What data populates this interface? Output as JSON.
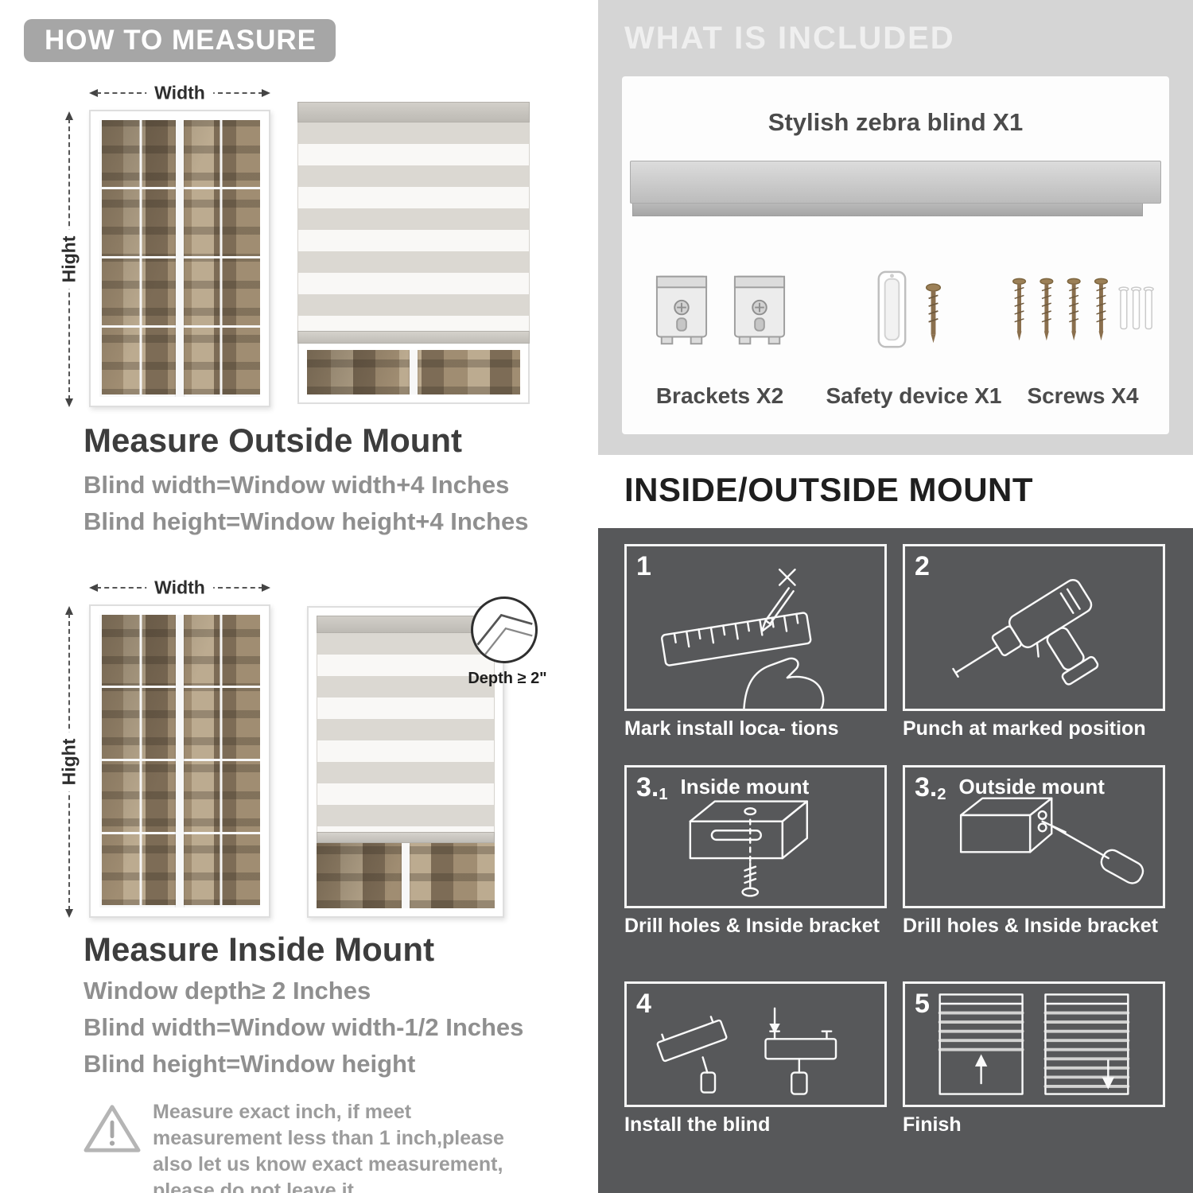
{
  "colors": {
    "badge_gray": "#a6a6a6",
    "panel_gray": "#d5d5d5",
    "dark_panel": "#57585a",
    "heading_dark": "#3d3d3d",
    "body_gray": "#8f8f8f"
  },
  "how_to_measure": {
    "badge": "HOW TO MEASURE",
    "outside": {
      "width_label": "Width",
      "height_label": "Hight",
      "heading": "Measure Outside Mount",
      "line1": "Blind width=Window width+4 Inches",
      "line2": "Blind height=Window height+4 Inches"
    },
    "inside": {
      "width_label": "Width",
      "height_label": "Hight",
      "depth_label": "Depth ≥ 2\"",
      "heading": "Measure Inside Mount",
      "line1": "Window depth≥ 2 Inches",
      "line2": "Blind width=Window width-1/2 Inches",
      "line3": "Blind height=Window height"
    },
    "warning": "Measure exact inch, if meet measurement less than 1 inch,please also let us know exact measurement, please do not leave it"
  },
  "included": {
    "heading": "WHAT IS INCLUDED",
    "blind_label": "Stylish zebra blind X1",
    "items": [
      {
        "label": "Brackets X2"
      },
      {
        "label": "Safety device X1"
      },
      {
        "label": "Screws X4"
      }
    ]
  },
  "mount_steps": {
    "heading": "INSIDE/OUTSIDE MOUNT",
    "steps": [
      {
        "num": "1",
        "caption": "Mark install loca- tions"
      },
      {
        "num": "2",
        "caption": "Punch at  marked position"
      },
      {
        "num": "3.",
        "sub": "1",
        "title": "Inside mount",
        "caption": "Drill holes &  Inside bracket"
      },
      {
        "num": "3.",
        "sub": "2",
        "title": "Outside mount",
        "caption": "Drill holes &  Inside bracket"
      },
      {
        "num": "4",
        "caption": "Install the blind"
      },
      {
        "num": "5",
        "caption": "Finish"
      }
    ]
  }
}
